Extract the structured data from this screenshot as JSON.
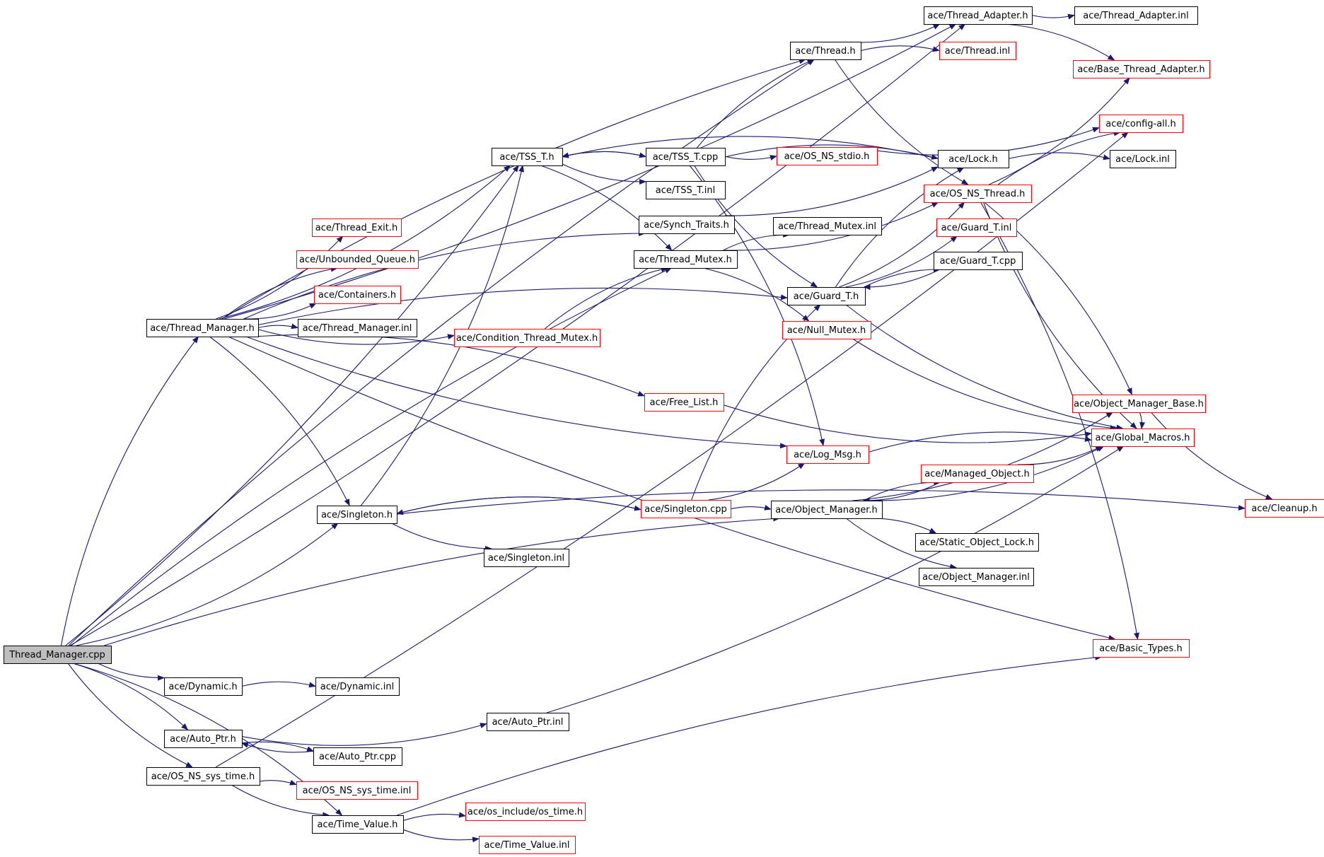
{
  "colors": {
    "edge": "#191970",
    "box_normal": "#000000",
    "box_truncated": "#ff0000",
    "root_fill": "#bfbfbf"
  },
  "nodes": [
    {
      "id": "n0",
      "label": "Thread_Manager.cpp",
      "kind": "root"
    },
    {
      "id": "n1",
      "label": "ace/Thread_Manager.h",
      "kind": "normal"
    },
    {
      "id": "n2",
      "label": "ace/Thread_Adapter.h",
      "kind": "normal"
    },
    {
      "id": "n3",
      "label": "ace/Thread_Adapter.inl",
      "kind": "normal"
    },
    {
      "id": "n4",
      "label": "ace/Base_Thread_Adapter.h",
      "kind": "truncated"
    },
    {
      "id": "n5",
      "label": "ace/Thread.h",
      "kind": "normal"
    },
    {
      "id": "n6",
      "label": "ace/Thread.inl",
      "kind": "truncated"
    },
    {
      "id": "n7",
      "label": "ace/config-all.h",
      "kind": "truncated"
    },
    {
      "id": "n8",
      "label": "ace/TSS_T.h",
      "kind": "normal"
    },
    {
      "id": "n9",
      "label": "ace/TSS_T.cpp",
      "kind": "normal"
    },
    {
      "id": "n10",
      "label": "ace/OS_NS_stdio.h",
      "kind": "truncated"
    },
    {
      "id": "n11",
      "label": "ace/Lock.h",
      "kind": "normal"
    },
    {
      "id": "n12",
      "label": "ace/Lock.inl",
      "kind": "normal"
    },
    {
      "id": "n13",
      "label": "ace/TSS_T.inl",
      "kind": "normal"
    },
    {
      "id": "n14",
      "label": "ace/OS_NS_Thread.h",
      "kind": "truncated"
    },
    {
      "id": "n15",
      "label": "ace/Synch_Traits.h",
      "kind": "normal"
    },
    {
      "id": "n16",
      "label": "ace/Thread_Mutex.inl",
      "kind": "normal"
    },
    {
      "id": "n17",
      "label": "ace/Guard_T.inl",
      "kind": "truncated"
    },
    {
      "id": "n18",
      "label": "ace/Thread_Exit.h",
      "kind": "truncated"
    },
    {
      "id": "n19",
      "label": "ace/Thread_Mutex.h",
      "kind": "normal"
    },
    {
      "id": "n20",
      "label": "ace/Guard_T.cpp",
      "kind": "normal"
    },
    {
      "id": "n21",
      "label": "ace/Unbounded_Queue.h",
      "kind": "truncated"
    },
    {
      "id": "n22",
      "label": "ace/Guard_T.h",
      "kind": "normal"
    },
    {
      "id": "n23",
      "label": "ace/Containers.h",
      "kind": "truncated"
    },
    {
      "id": "n24",
      "label": "ace/Null_Mutex.h",
      "kind": "truncated"
    },
    {
      "id": "n25",
      "label": "ace/Thread_Manager.inl",
      "kind": "normal"
    },
    {
      "id": "n26",
      "label": "ace/Condition_Thread_Mutex.h",
      "kind": "truncated"
    },
    {
      "id": "n27",
      "label": "ace/Free_List.h",
      "kind": "truncated"
    },
    {
      "id": "n28",
      "label": "ace/Object_Manager_Base.h",
      "kind": "truncated"
    },
    {
      "id": "n29",
      "label": "ace/Global_Macros.h",
      "kind": "truncated"
    },
    {
      "id": "n30",
      "label": "ace/Log_Msg.h",
      "kind": "truncated"
    },
    {
      "id": "n31",
      "label": "ace/Managed_Object.h",
      "kind": "truncated"
    },
    {
      "id": "n32",
      "label": "ace/Singleton.h",
      "kind": "normal"
    },
    {
      "id": "n33",
      "label": "ace/Singleton.cpp",
      "kind": "truncated"
    },
    {
      "id": "n34",
      "label": "ace/Object_Manager.h",
      "kind": "normal"
    },
    {
      "id": "n35",
      "label": "ace/Cleanup.h",
      "kind": "truncated"
    },
    {
      "id": "n36",
      "label": "ace/Static_Object_Lock.h",
      "kind": "normal"
    },
    {
      "id": "n37",
      "label": "ace/Singleton.inl",
      "kind": "normal"
    },
    {
      "id": "n38",
      "label": "ace/Object_Manager.inl",
      "kind": "normal"
    },
    {
      "id": "n39",
      "label": "ace/Basic_Types.h",
      "kind": "truncated"
    },
    {
      "id": "n40",
      "label": "ace/Dynamic.h",
      "kind": "normal"
    },
    {
      "id": "n41",
      "label": "ace/Dynamic.inl",
      "kind": "normal"
    },
    {
      "id": "n42",
      "label": "ace/Auto_Ptr.inl",
      "kind": "normal"
    },
    {
      "id": "n43",
      "label": "ace/Auto_Ptr.h",
      "kind": "normal"
    },
    {
      "id": "n44",
      "label": "ace/Auto_Ptr.cpp",
      "kind": "normal"
    },
    {
      "id": "n45",
      "label": "ace/OS_NS_sys_time.h",
      "kind": "normal"
    },
    {
      "id": "n46",
      "label": "ace/OS_NS_sys_time.inl",
      "kind": "truncated"
    },
    {
      "id": "n47",
      "label": "ace/os_include/os_time.h",
      "kind": "truncated"
    },
    {
      "id": "n48",
      "label": "ace/Time_Value.h",
      "kind": "normal"
    },
    {
      "id": "n49",
      "label": "ace/Time_Value.inl",
      "kind": "truncated"
    }
  ],
  "edges": [
    [
      "n0",
      "n1"
    ],
    [
      "n0",
      "n2"
    ],
    [
      "n0",
      "n5"
    ],
    [
      "n0",
      "n8"
    ],
    [
      "n0",
      "n19"
    ],
    [
      "n0",
      "n32"
    ],
    [
      "n0",
      "n34"
    ],
    [
      "n0",
      "n40"
    ],
    [
      "n0",
      "n43"
    ],
    [
      "n0",
      "n45"
    ],
    [
      "n0",
      "n48"
    ],
    [
      "n1",
      "n2"
    ],
    [
      "n1",
      "n5"
    ],
    [
      "n1",
      "n8"
    ],
    [
      "n1",
      "n15"
    ],
    [
      "n1",
      "n18"
    ],
    [
      "n1",
      "n21"
    ],
    [
      "n1",
      "n23"
    ],
    [
      "n1",
      "n25"
    ],
    [
      "n1",
      "n26"
    ],
    [
      "n1",
      "n27"
    ],
    [
      "n1",
      "n30"
    ],
    [
      "n1",
      "n32"
    ],
    [
      "n1",
      "n39"
    ],
    [
      "n1",
      "n22"
    ],
    [
      "n2",
      "n3"
    ],
    [
      "n2",
      "n4"
    ],
    [
      "n5",
      "n2"
    ],
    [
      "n5",
      "n6"
    ],
    [
      "n5",
      "n14"
    ],
    [
      "n8",
      "n9"
    ],
    [
      "n8",
      "n13"
    ],
    [
      "n8",
      "n19"
    ],
    [
      "n9",
      "n8"
    ],
    [
      "n9",
      "n5"
    ],
    [
      "n9",
      "n10"
    ],
    [
      "n9",
      "n11"
    ],
    [
      "n9",
      "n22"
    ],
    [
      "n9",
      "n30"
    ],
    [
      "n10",
      "n7"
    ],
    [
      "n11",
      "n12"
    ],
    [
      "n11",
      "n8"
    ],
    [
      "n14",
      "n7"
    ],
    [
      "n14",
      "n4"
    ],
    [
      "n14",
      "n28"
    ],
    [
      "n14",
      "n29"
    ],
    [
      "n14",
      "n39"
    ],
    [
      "n15",
      "n11"
    ],
    [
      "n19",
      "n16"
    ],
    [
      "n19",
      "n14"
    ],
    [
      "n19",
      "n24"
    ],
    [
      "n22",
      "n17"
    ],
    [
      "n22",
      "n20"
    ],
    [
      "n22",
      "n14"
    ],
    [
      "n22",
      "n11"
    ],
    [
      "n22",
      "n29"
    ],
    [
      "n20",
      "n22"
    ],
    [
      "n24",
      "n29"
    ],
    [
      "n26",
      "n19"
    ],
    [
      "n27",
      "n29"
    ],
    [
      "n30",
      "n29"
    ],
    [
      "n31",
      "n29"
    ],
    [
      "n31",
      "n34"
    ],
    [
      "n32",
      "n8"
    ],
    [
      "n32",
      "n33"
    ],
    [
      "n32",
      "n37"
    ],
    [
      "n32",
      "n35"
    ],
    [
      "n33",
      "n32"
    ],
    [
      "n33",
      "n22"
    ],
    [
      "n33",
      "n30"
    ],
    [
      "n33",
      "n34"
    ],
    [
      "n34",
      "n28"
    ],
    [
      "n34",
      "n31"
    ],
    [
      "n34",
      "n29"
    ],
    [
      "n34",
      "n36"
    ],
    [
      "n34",
      "n38"
    ],
    [
      "n28",
      "n29"
    ],
    [
      "n28",
      "n35"
    ],
    [
      "n40",
      "n41"
    ],
    [
      "n43",
      "n42"
    ],
    [
      "n43",
      "n44"
    ],
    [
      "n42",
      "n29"
    ],
    [
      "n44",
      "n43"
    ],
    [
      "n45",
      "n7"
    ],
    [
      "n45",
      "n46"
    ],
    [
      "n45",
      "n48"
    ],
    [
      "n48",
      "n47"
    ],
    [
      "n48",
      "n49"
    ],
    [
      "n48",
      "n39"
    ]
  ]
}
